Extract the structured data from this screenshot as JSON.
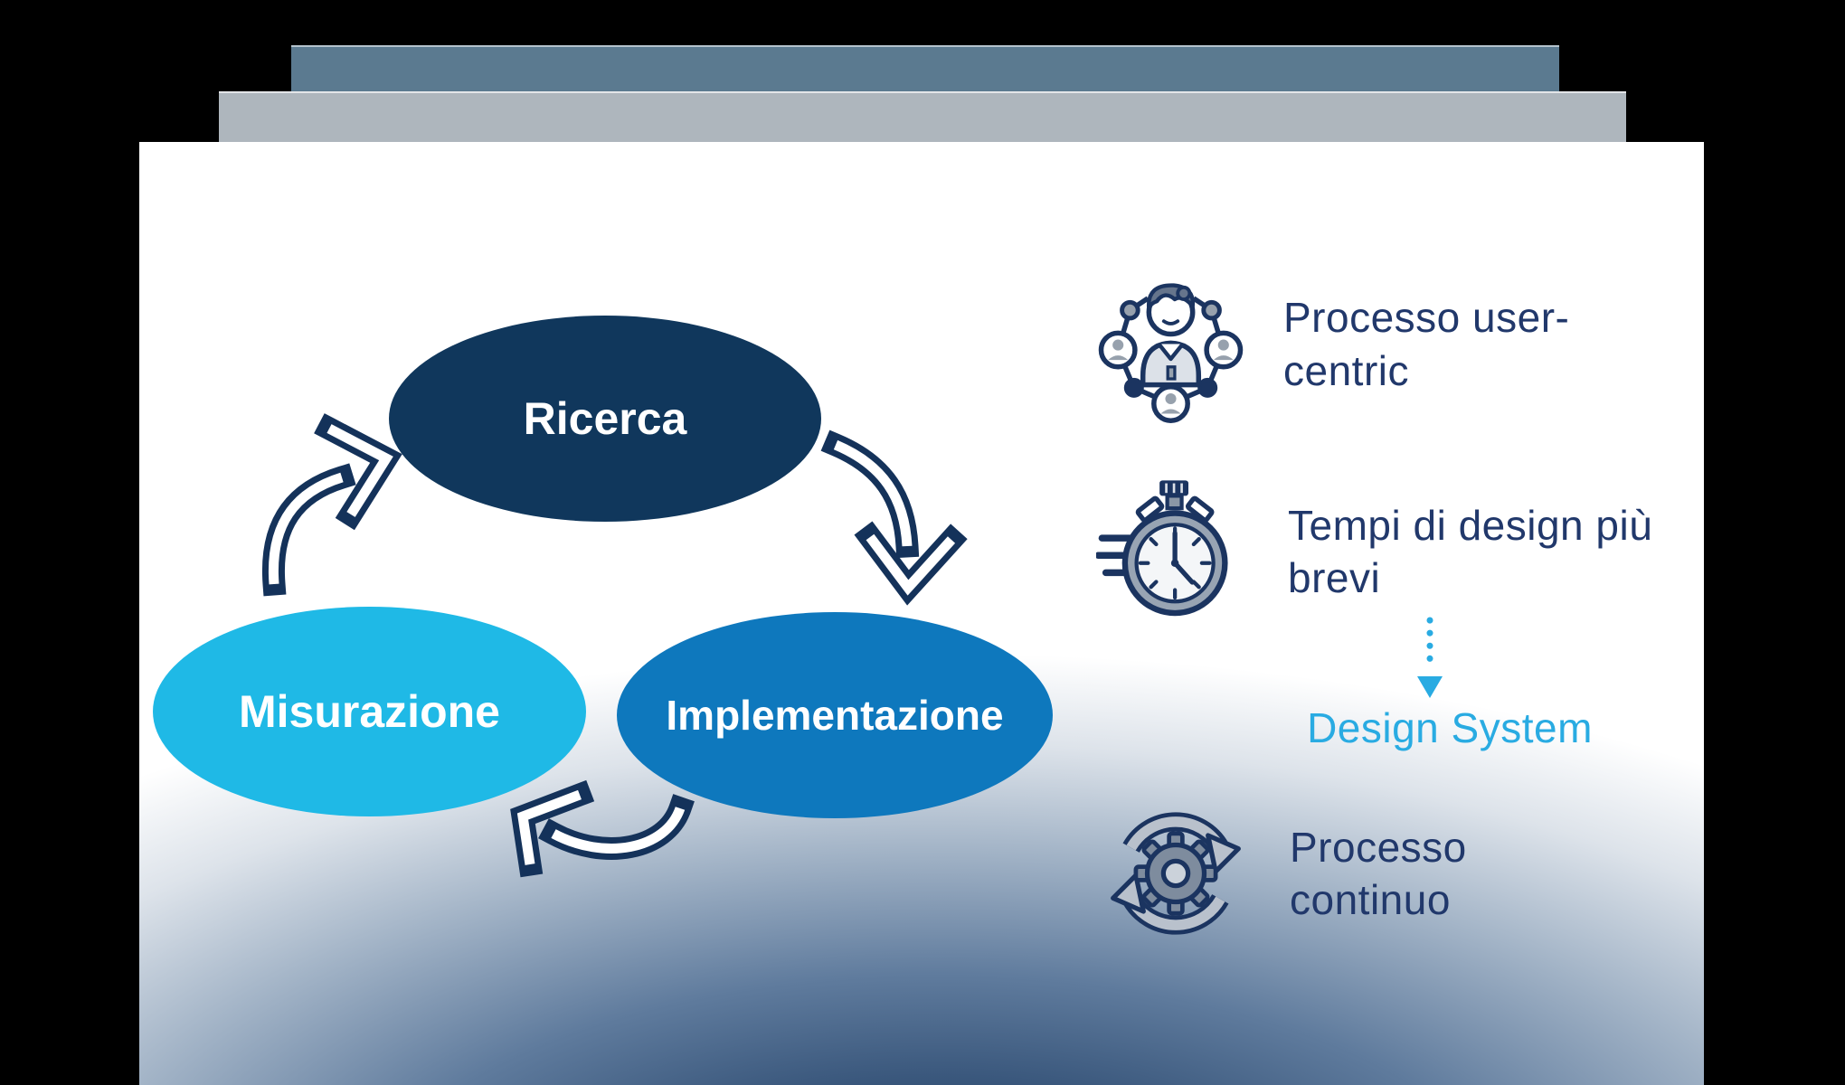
{
  "slide": {
    "background_color": "#000000",
    "card_color": "#FFFFFF",
    "top_bars": {
      "front_color": "#5B7A90",
      "back_color": "#AEB6BD"
    },
    "cycle": {
      "arrow_color": "#14325A",
      "nodes": [
        {
          "id": "ricerca",
          "label": "Ricerca",
          "color": "#10375C"
        },
        {
          "id": "implementazione",
          "label": "Implementazione",
          "color": "#0E78BD"
        },
        {
          "id": "misurazione",
          "label": "Misurazione",
          "color": "#1FB9E6"
        }
      ]
    },
    "benefits": [
      {
        "icon": "user-network-icon",
        "label": "Processo user-centric"
      },
      {
        "icon": "stopwatch-icon",
        "label": "Tempi di design più brevi"
      },
      {
        "icon": "continuous-cycle-icon",
        "label": "Processo continuo"
      }
    ],
    "design_system": {
      "label": "Design System",
      "color": "#29ABE2"
    },
    "text_color": "#21386B"
  }
}
